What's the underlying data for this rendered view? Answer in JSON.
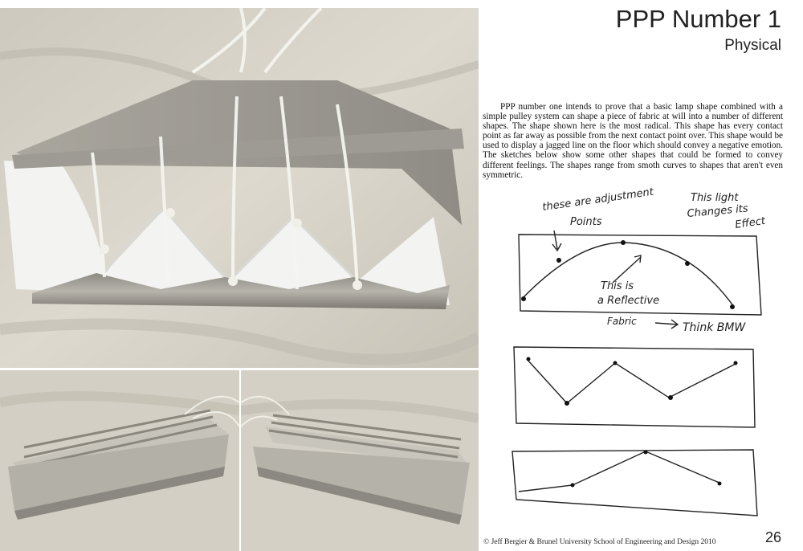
{
  "header": {
    "title": "PPP Number 1",
    "subtitle": "Physical"
  },
  "body_text": "PPP number one intends to prove that a basic lamp shape combined with a simple pulley system can shape a piece of fabric at will into a number of different shapes. The shape shown here is the most radical. This shape has every contact point as far away as possible from the next contact point over. This shape would be used to display a jagged line on the floor which should convey a negative emotion. The sketches below show some other shapes that could be formed to convey different feelings. The shapes range from smoth curves to shapes that aren't even symmetric.",
  "sketch_notes": {
    "note_adjustment_line1": "these are adjustment",
    "note_adjustment_line2": "Points",
    "note_light_line1": "This light",
    "note_light_line2": "Changes its",
    "note_light_line3": "Effect",
    "note_reflective_line1": "This is",
    "note_reflective_line2": "a Reflective",
    "note_fabric": "Fabric",
    "note_think": "Think BMW"
  },
  "footer": {
    "copyright": "© Jeff Bergier & Brunel University School of Engineering and Design 2010",
    "page_number": "26"
  },
  "colors": {
    "background": "#ffffff",
    "text": "#222222",
    "metal": "#b9b6ae",
    "fabric": "#f4f4f2",
    "sheet": "#d9d6cc"
  }
}
